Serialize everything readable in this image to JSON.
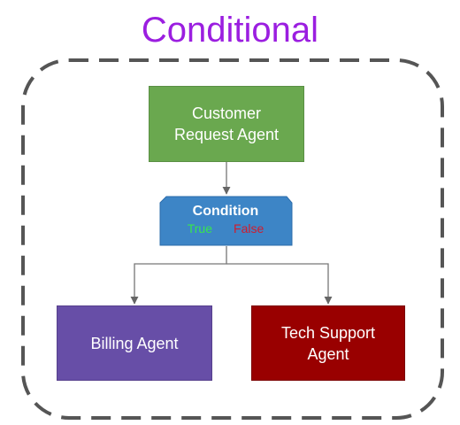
{
  "diagram": {
    "title": "Conditional",
    "nodes": {
      "customer": {
        "line1": "Customer",
        "line2": "Request Agent",
        "color": "#6aa84f"
      },
      "condition": {
        "label": "Condition",
        "true_label": "True",
        "false_label": "False",
        "color": "#3d85c6"
      },
      "billing": {
        "label": "Billing Agent",
        "color": "#674ea7"
      },
      "tech": {
        "line1": "Tech Support",
        "line2": "Agent",
        "color": "#990000"
      }
    },
    "accent_colors": {
      "title": "#9b1ee0",
      "true": "#38e54d",
      "false": "#d01c2e",
      "frame": "#555555"
    }
  }
}
